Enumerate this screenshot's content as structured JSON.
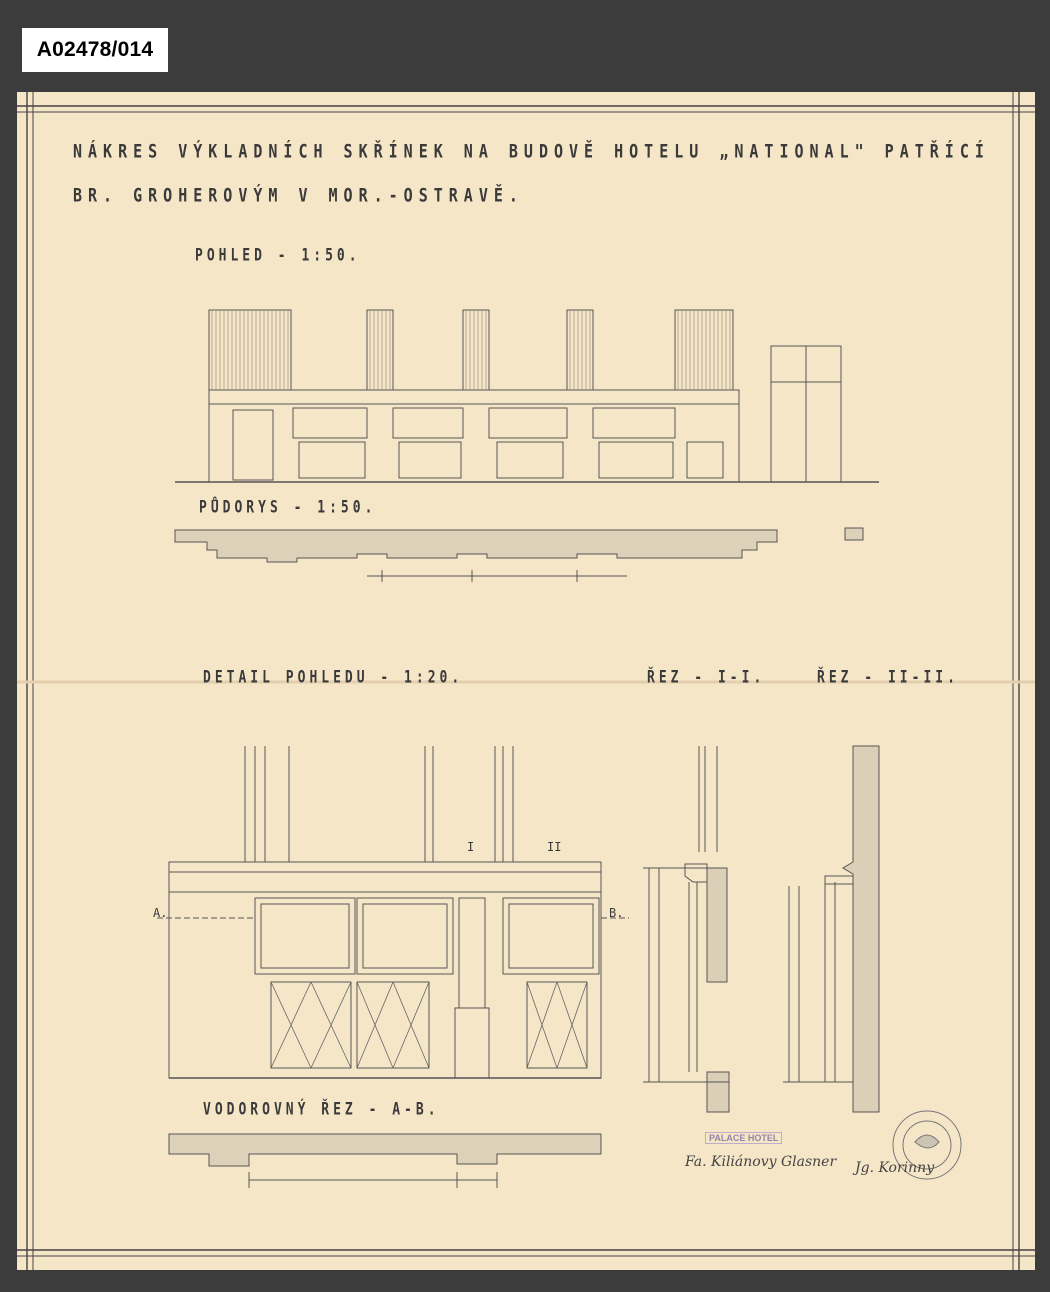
{
  "archive_label": "A02478/014",
  "drawing": {
    "title_line1": "NÁKRES VÝKLADNÍCH SKŘÍNEK NA BUDOVĚ HOTELU „NATIONAL\" PATŘÍCÍ",
    "title_line2": "BR. GROHEROVÝM V MOR.-OSTRAVĚ.",
    "view_label": "POHLED - 1:50.",
    "plan_label": "PŮDORYS - 1:50.",
    "detail_label": "DETAIL POHLEDU - 1:20.",
    "section_1": "ŘEZ - I-I.",
    "section_2": "ŘEZ - II-II.",
    "horizontal_section": "VODOROVNÝ ŘEZ - A-B.",
    "point_a": "A.",
    "point_b": "B.",
    "mark_1": "I",
    "mark_2": "II"
  },
  "stamp_text": "PALACE HOTEL",
  "signature_1": "Fa. Kiliánovy Glasner",
  "signature_2": "Jg. Korinny"
}
